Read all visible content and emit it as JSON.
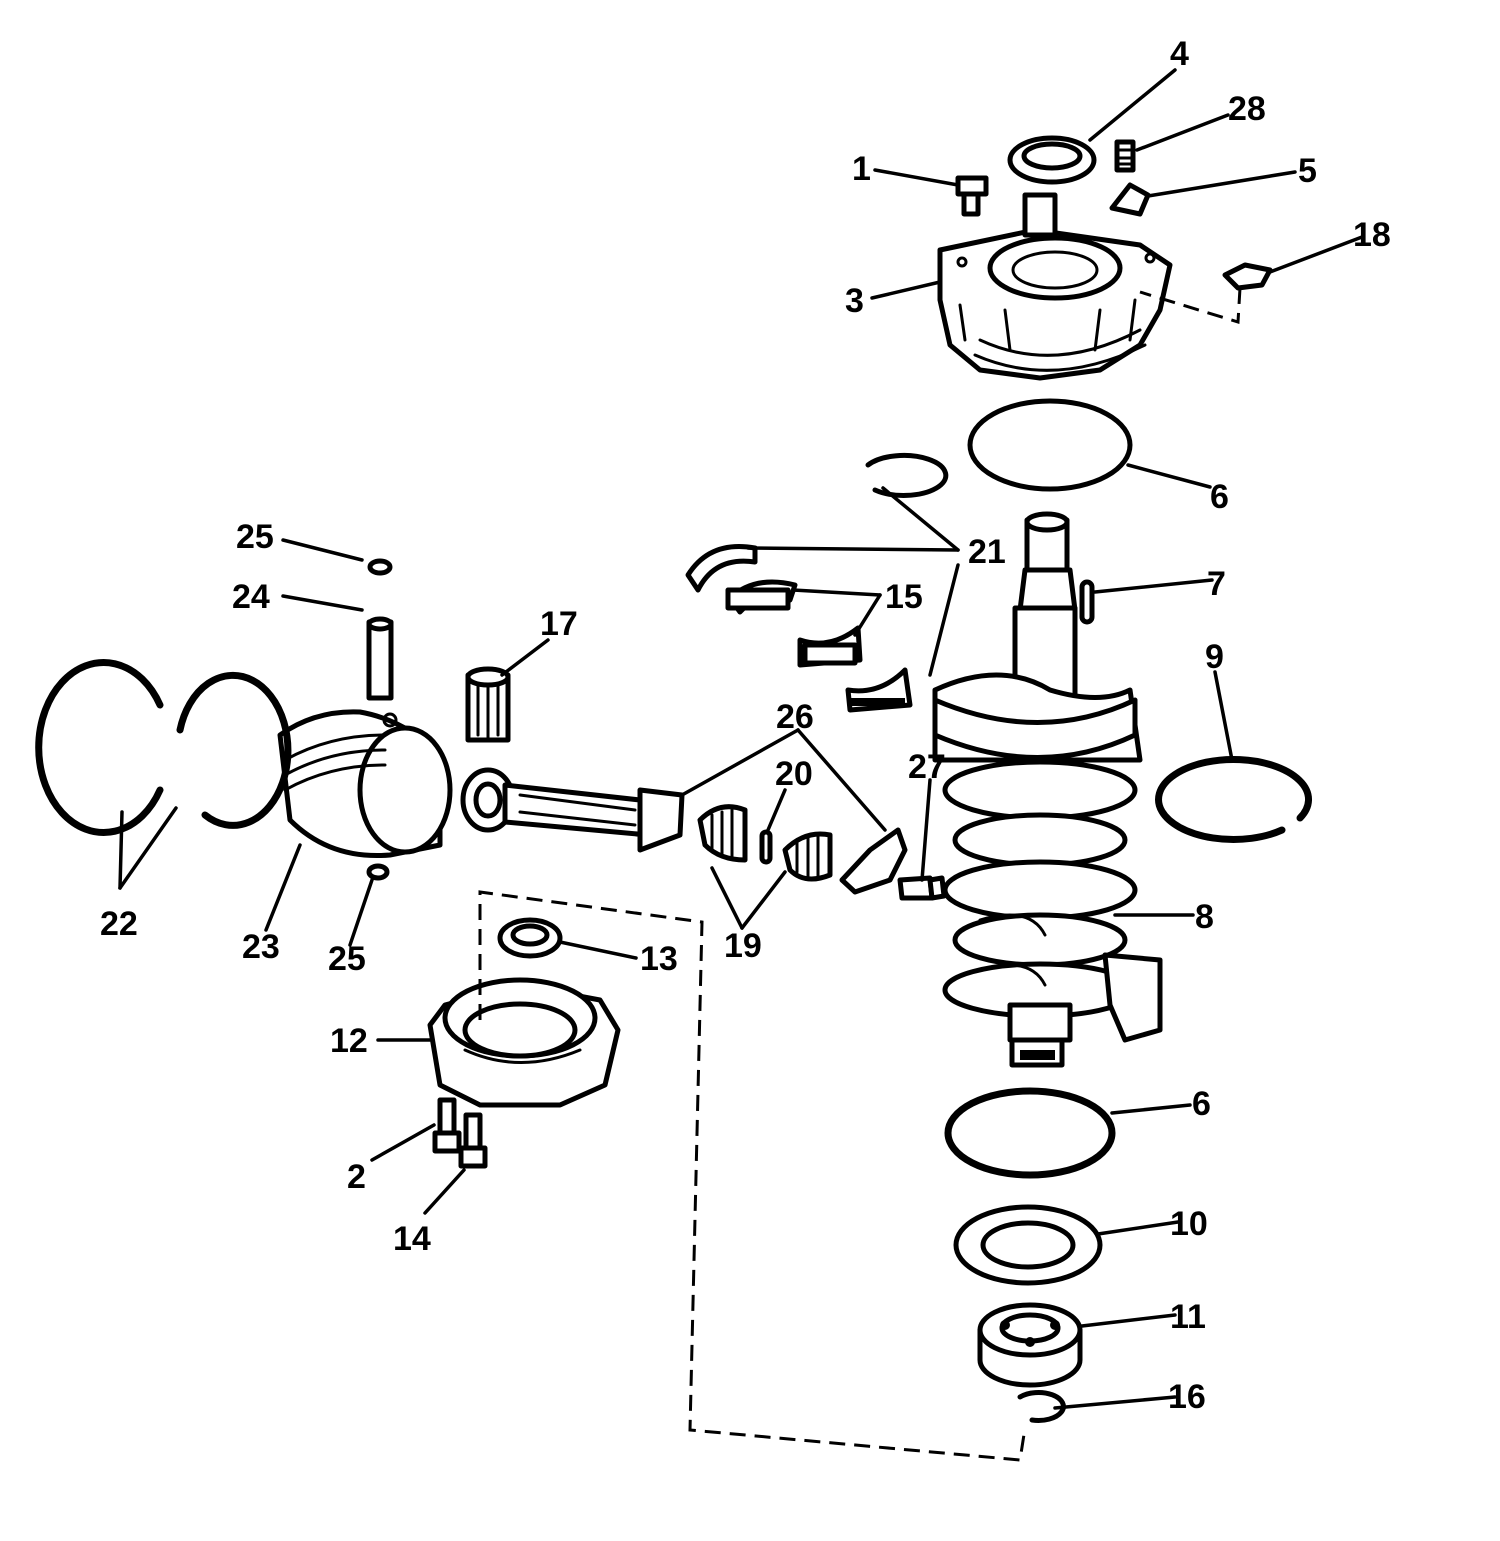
{
  "diagram": {
    "callouts": {
      "c1": "1",
      "c2": "2",
      "c3": "3",
      "c4": "4",
      "c5": "5",
      "c6a": "6",
      "c6b": "6",
      "c7": "7",
      "c8": "8",
      "c9": "9",
      "c10": "10",
      "c11": "11",
      "c12": "12",
      "c13": "13",
      "c14": "14",
      "c15": "15",
      "c16": "16",
      "c17": "17",
      "c18": "18",
      "c19": "19",
      "c20": "20",
      "c21": "21",
      "c22": "22",
      "c23": "23",
      "c24": "24",
      "c25a": "25",
      "c25b": "25",
      "c26": "26",
      "c27": "27",
      "c28": "28"
    },
    "colors": {
      "ink": "#000000",
      "paper": "#ffffff"
    }
  }
}
